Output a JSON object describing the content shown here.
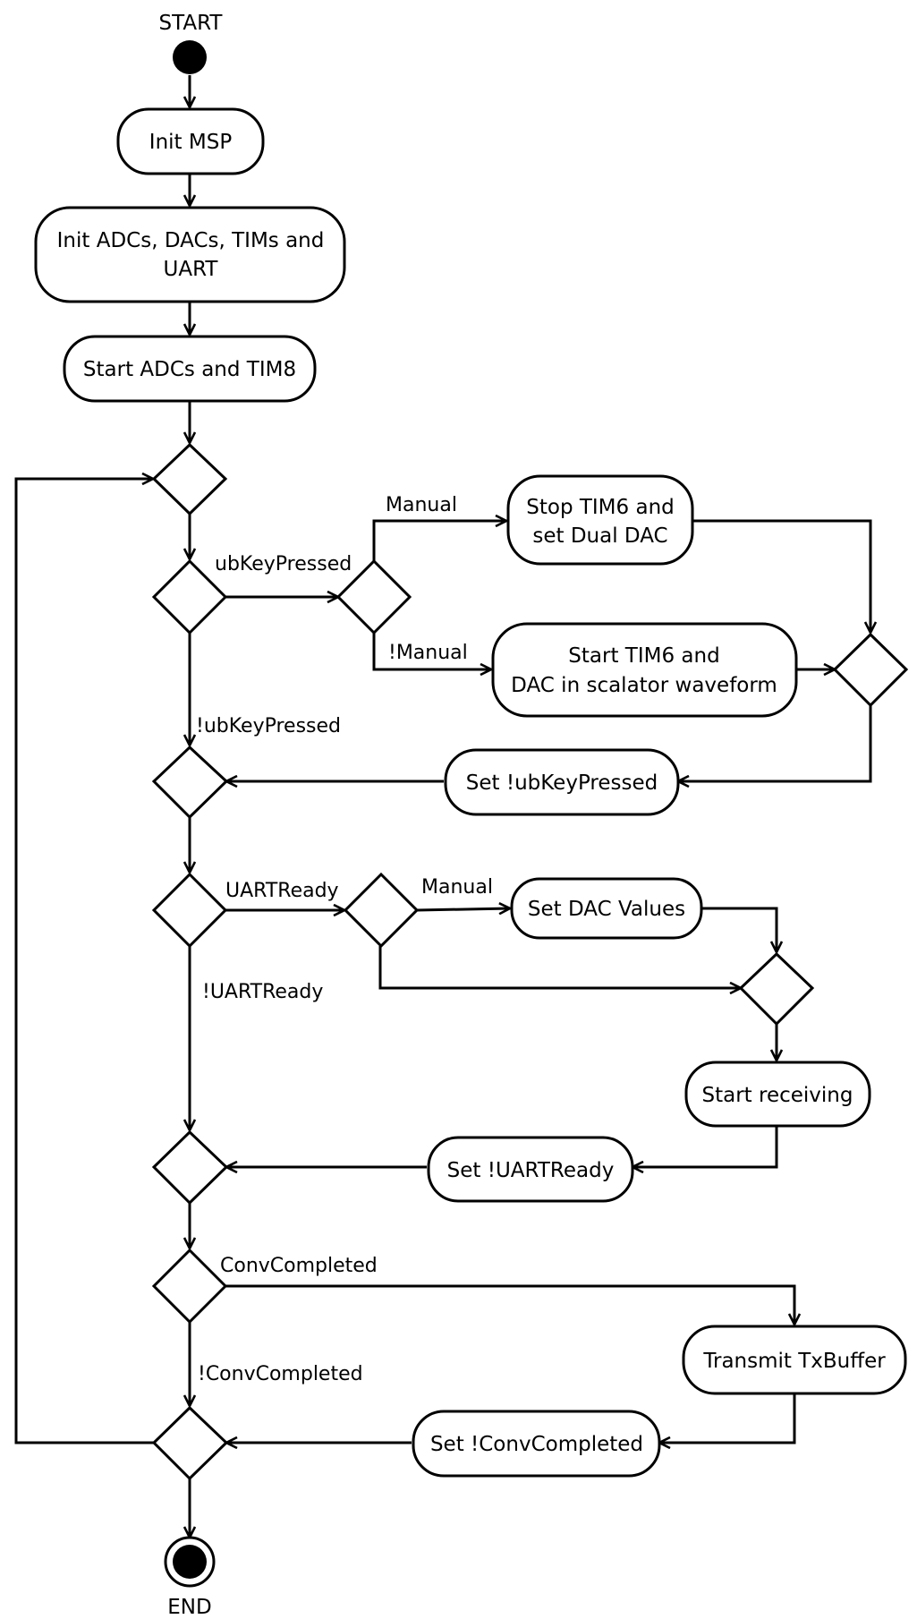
{
  "diagram": {
    "start_label": "START",
    "end_label": "END",
    "actions": {
      "init_msp": "Init MSP",
      "init_periph_line1": "Init ADCs, DACs, TIMs and",
      "init_periph_line2": "UART",
      "start_adcs": "Start ADCs and TIM8",
      "stop_tim6_line1": "Stop TIM6 and",
      "stop_tim6_line2": "set Dual DAC",
      "start_tim6_line1": "Start TIM6 and",
      "start_tim6_line2": "DAC in scalator waveform",
      "set_not_ubkey": "Set !ubKeyPressed",
      "set_dac_values": "Set DAC Values",
      "start_receiving": "Start receiving",
      "set_not_uartready": "Set !UARTReady",
      "transmit_txbuffer": "Transmit TxBuffer",
      "set_not_convcompleted": "Set !ConvCompleted"
    },
    "guards": {
      "ubkeypressed": "ubKeyPressed",
      "not_ubkeypressed": "!ubKeyPressed",
      "manual_1": "Manual",
      "not_manual": "!Manual",
      "uartready": "UARTReady",
      "not_uartready": "!UARTReady",
      "manual_2": "Manual",
      "convcompleted": "ConvCompleted",
      "not_convcompleted": "!ConvCompleted"
    }
  }
}
